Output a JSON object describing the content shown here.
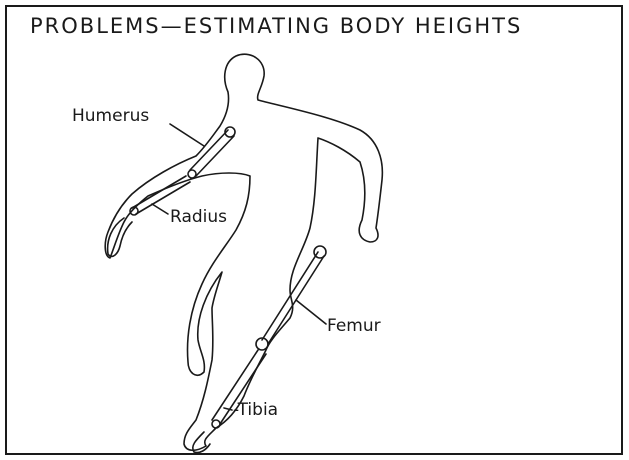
{
  "title": "PROBLEMS—ESTIMATING BODY HEIGHTS",
  "labels": {
    "humerus": "Humerus",
    "radius": "Radius",
    "femur": "Femur",
    "tibia": "-Tibia"
  },
  "colors": {
    "ink": "#1a1a1a",
    "background": "#ffffff"
  }
}
